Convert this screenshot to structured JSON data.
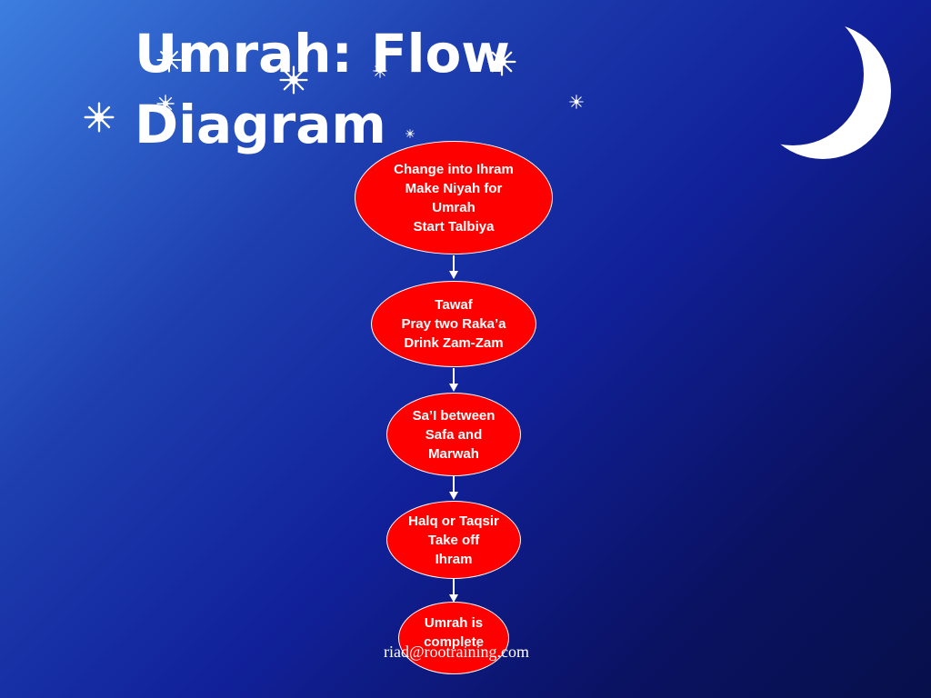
{
  "slide": {
    "title": "Umrah: Flow\nDiagram",
    "footer": "riad@rootraining.com"
  },
  "flow": {
    "nodes": [
      {
        "id": "n1",
        "text": "Change into Ihram\nMake Niyah for\nUmrah\nStart Talbiya"
      },
      {
        "id": "n2",
        "text": "Tawaf\nPray two Raka’a\nDrink Zam-Zam"
      },
      {
        "id": "n3",
        "text": "Sa’I between\nSafa and\nMarwah"
      },
      {
        "id": "n4",
        "text": "Halq or Taqsir\nTake off\nIhram"
      },
      {
        "id": "n5",
        "text": "Umrah is\ncomplete"
      }
    ],
    "edges": [
      [
        "n1",
        "n2"
      ],
      [
        "n2",
        "n3"
      ],
      [
        "n3",
        "n4"
      ],
      [
        "n4",
        "n5"
      ]
    ]
  },
  "colors": {
    "node_fill": "#ff0000",
    "text": "#ffffff",
    "background_top": "#3d7ee0",
    "background_bottom": "#07104a"
  },
  "decorations": {
    "moon": "crescent-moon-icon",
    "stars": "star-icon"
  }
}
